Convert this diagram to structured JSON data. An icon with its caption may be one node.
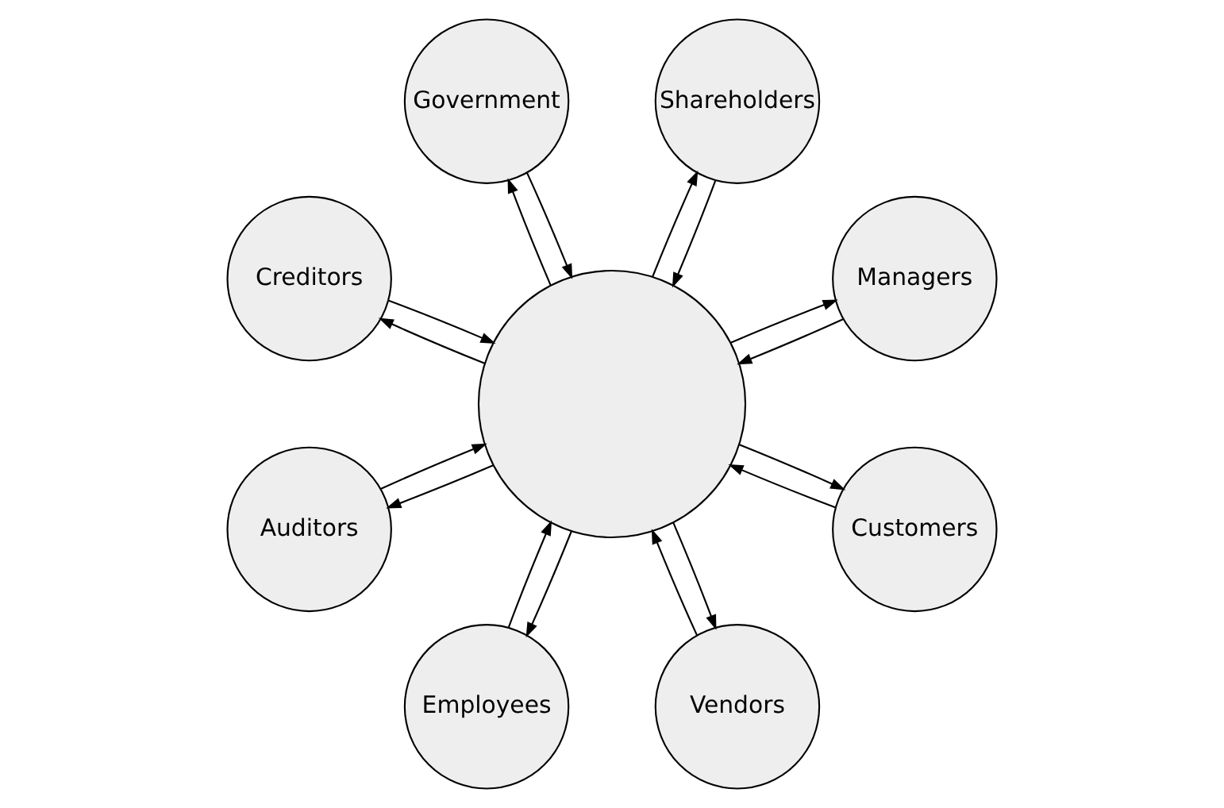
{
  "diagram": {
    "nodes": [
      {
        "text": [],
        "shape": "circle"
      },
      {
        "text": [
          "Managers"
        ]
      },
      {
        "text": [
          "Shareholders"
        ]
      },
      {
        "text": [
          "Government"
        ]
      },
      {
        "text": [
          "Creditors"
        ]
      },
      {
        "text": [
          "Auditors"
        ]
      },
      {
        "text": [
          "Employees"
        ]
      },
      {
        "text": [
          "Vendors"
        ]
      },
      {
        "text": [
          "Customers"
        ]
      }
    ],
    "edges": [
      {
        "from": 1,
        "to": 0,
        "arrow": "to"
      },
      {
        "from": 0,
        "to": 1,
        "arrow": "to"
      },
      {
        "from": 2,
        "to": 0,
        "arrow": "to"
      },
      {
        "from": 0,
        "to": 2,
        "arrow": "to"
      },
      {
        "from": 3,
        "to": 0,
        "arrow": "to"
      },
      {
        "from": 0,
        "to": 3,
        "arrow": "to"
      },
      {
        "from": 0,
        "to": 4,
        "arrow": "to"
      },
      {
        "from": 4,
        "to": 0,
        "arrow": "to"
      },
      {
        "from": 5,
        "to": 0,
        "arrow": "to"
      },
      {
        "from": 0,
        "to": 5,
        "arrow": "to"
      },
      {
        "from": 0,
        "to": 6,
        "arrow": "to"
      },
      {
        "from": 6,
        "to": 0,
        "arrow": "to"
      },
      {
        "from": 7,
        "to": 0,
        "arrow": "to"
      },
      {
        "from": 0,
        "to": 7,
        "arrow": "to"
      },
      {
        "from": 0,
        "to": 8,
        "arrow": "to"
      },
      {
        "from": 8,
        "to": 0,
        "arrow": "to"
      }
    ]
  }
}
